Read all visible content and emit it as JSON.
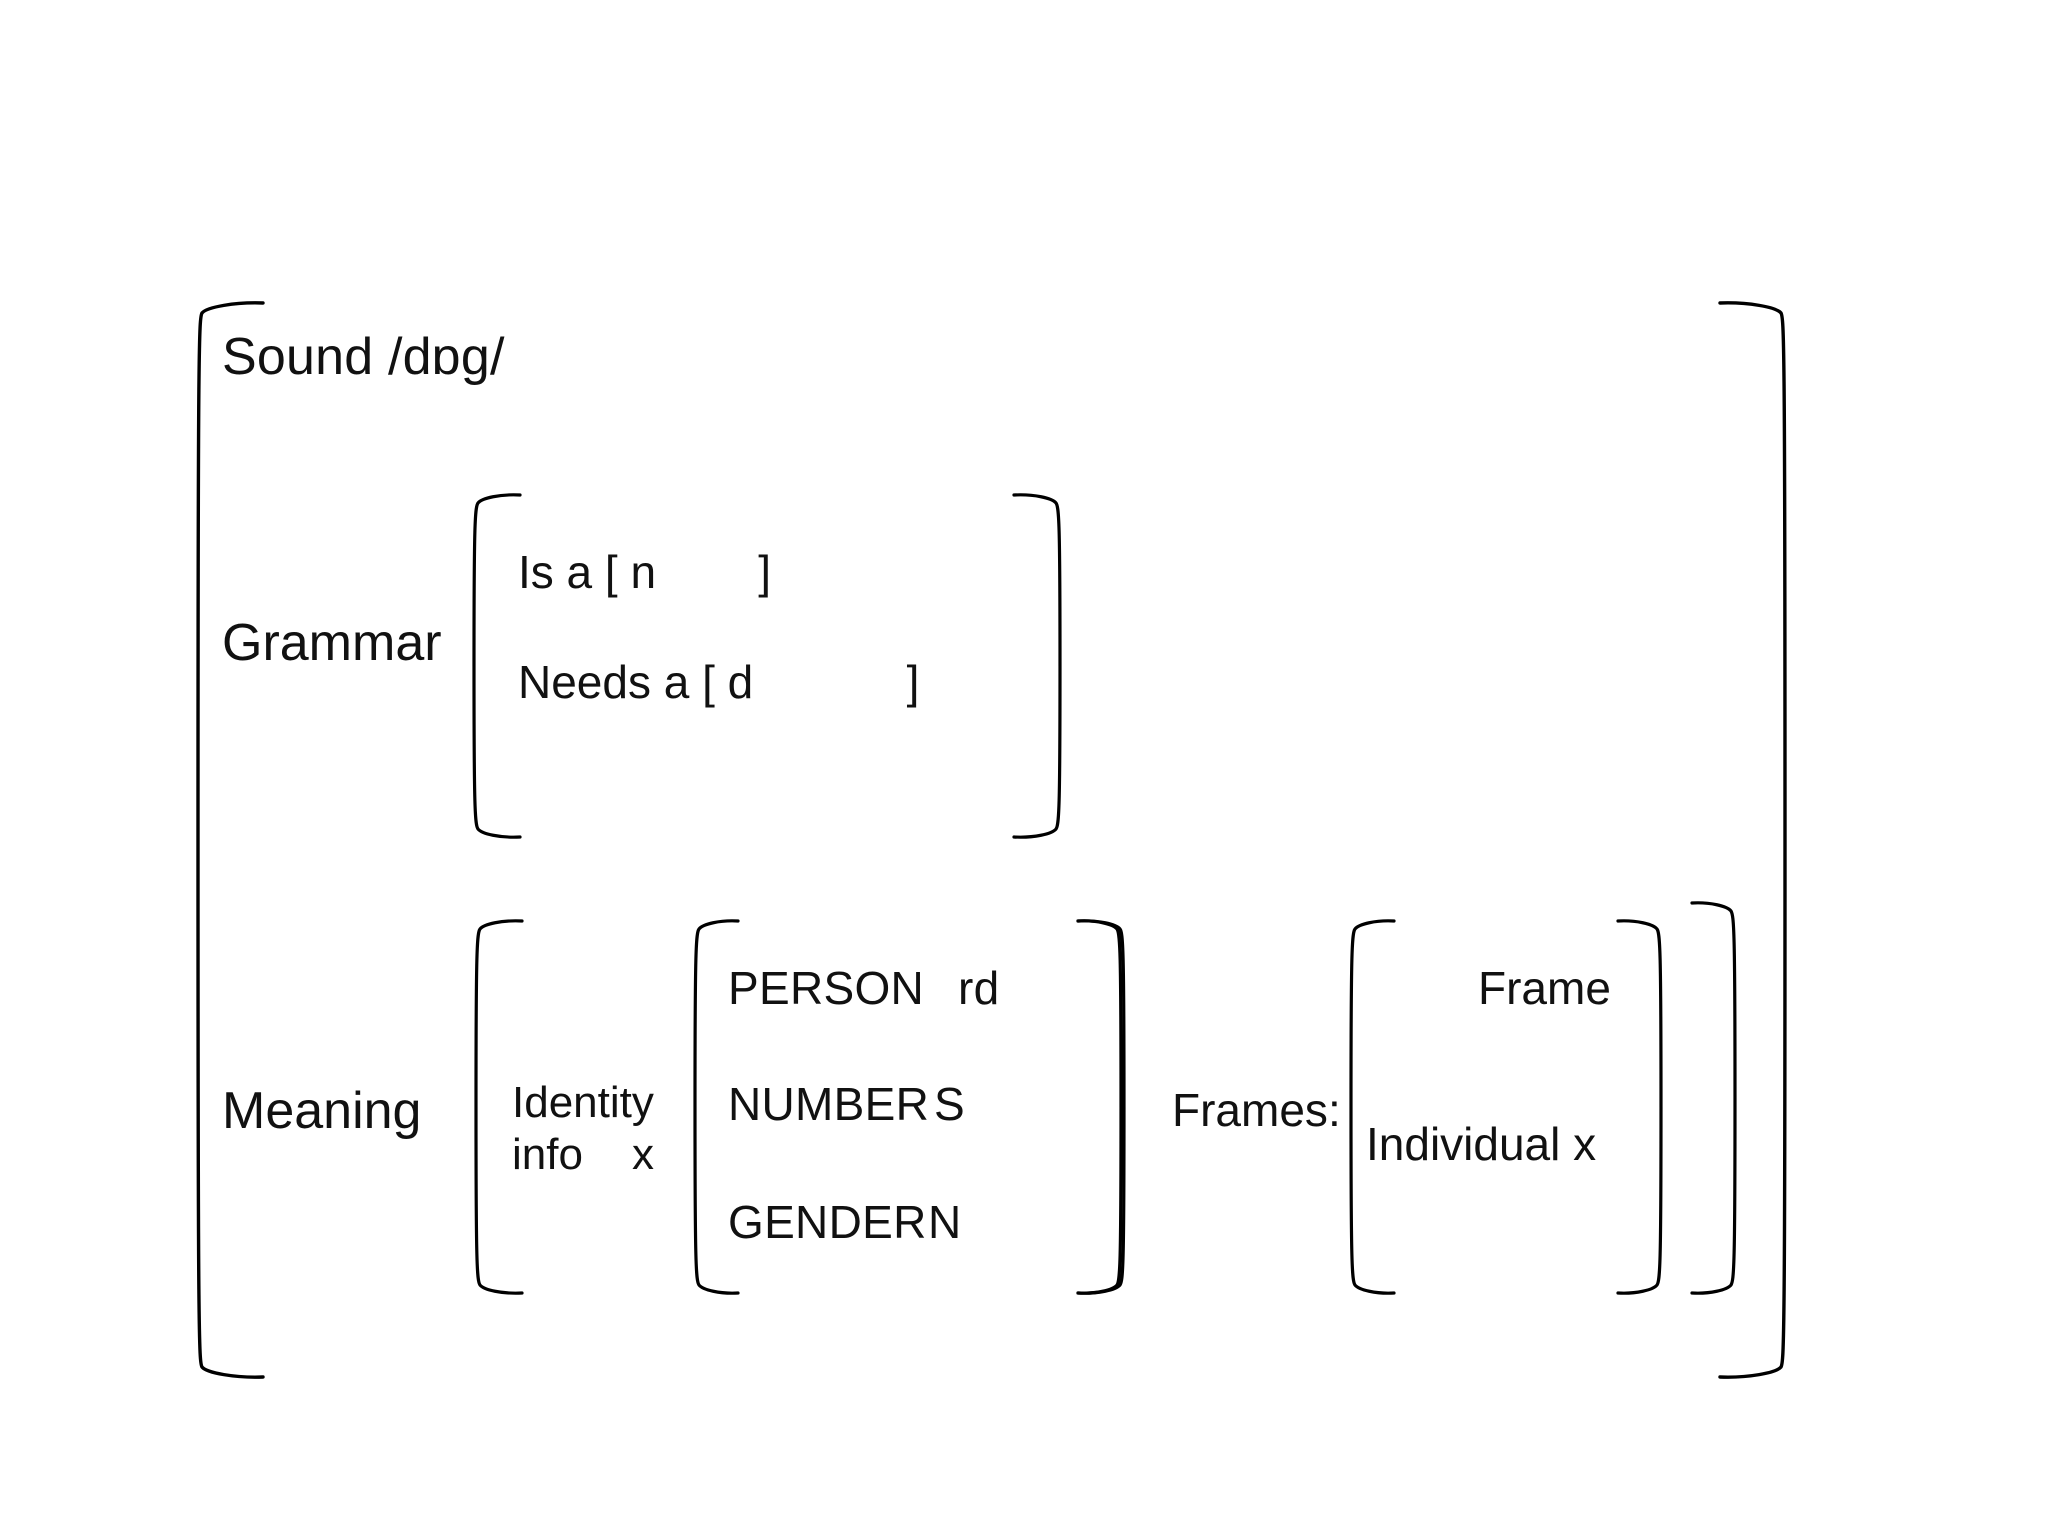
{
  "diagram": {
    "type": "feature-structure",
    "title_entry": "Sound /dɒg/",
    "sound": {
      "label": "Sound",
      "transcription": "/dɒg/",
      "full": "Sound /dɒg/"
    },
    "grammar": {
      "label": "Grammar",
      "rows": [
        {
          "prefix": "Is a",
          "open": "[",
          "value": "n",
          "close": "]",
          "full": "Is a [ n        ]"
        },
        {
          "prefix": "Needs a",
          "open": "[",
          "value": "d",
          "close": "]",
          "full": "Needs a [ d            ]"
        }
      ]
    },
    "meaning": {
      "label": "Meaning",
      "identity": {
        "label_line1": "Identity",
        "label_line2": "info",
        "variable": "x"
      },
      "features": [
        {
          "attribute": "PERSON",
          "value": "rd"
        },
        {
          "attribute": "NUMBER",
          "value": "S"
        },
        {
          "attribute": "GENDER",
          "value": "N"
        }
      ],
      "frames": {
        "label": "Frames",
        "colon": ":",
        "entries": [
          {
            "name": "Frame",
            "individual_label": "Individual",
            "individual_variable": "x"
          }
        ],
        "frame_label": "Frame",
        "individual_text": "Individual x"
      }
    },
    "colors": {
      "stroke": "#000000",
      "text": "#111111",
      "background": "#ffffff"
    }
  }
}
